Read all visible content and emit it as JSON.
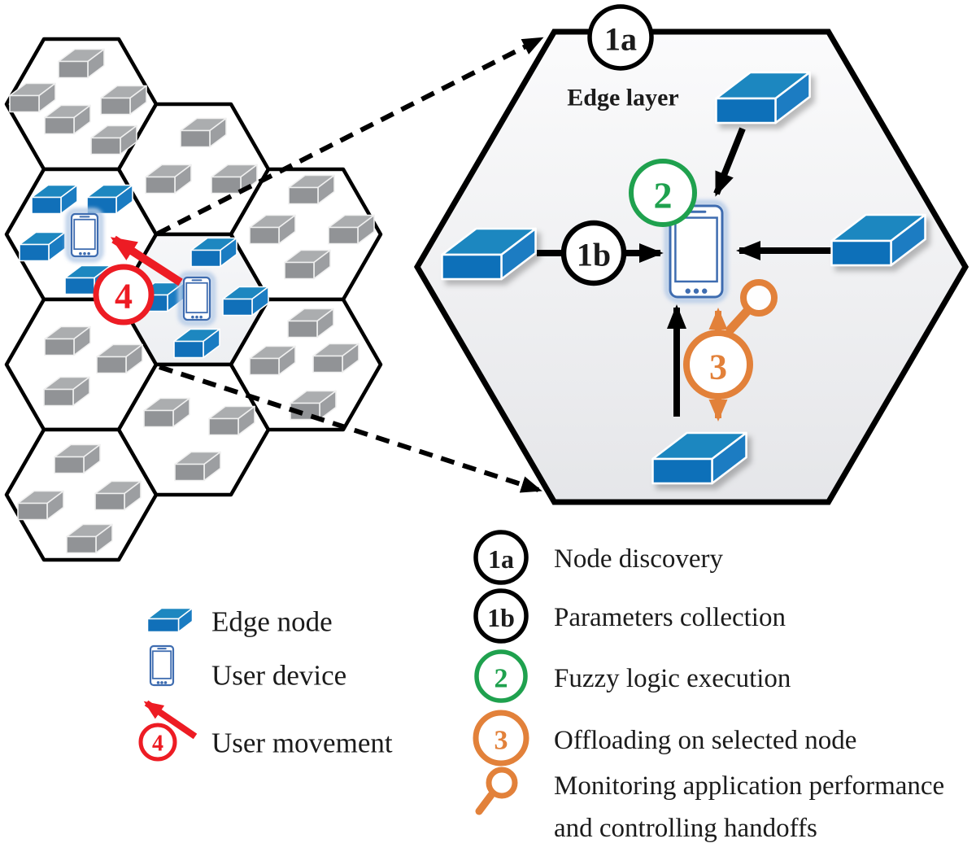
{
  "diagram": {
    "edge_layer_label": "Edge layer",
    "steps": {
      "s1a": "1a",
      "s1b": "1b",
      "s2": "2",
      "s3": "3",
      "s4": "4"
    }
  },
  "cells": [
    {
      "id": "top-left",
      "node_color": "gray",
      "edge_nodes": 5,
      "user_device": false,
      "highlighted": false
    },
    {
      "id": "mid-left",
      "node_color": "blue",
      "edge_nodes": 4,
      "user_device": true,
      "highlighted": false
    },
    {
      "id": "lower-left",
      "node_color": "gray",
      "edge_nodes": 3,
      "user_device": false,
      "highlighted": false
    },
    {
      "id": "bottom-left",
      "node_color": "gray",
      "edge_nodes": 4,
      "user_device": false,
      "highlighted": false
    },
    {
      "id": "top-mid",
      "node_color": "gray",
      "edge_nodes": 3,
      "user_device": false,
      "highlighted": false
    },
    {
      "id": "center-highlighted",
      "node_color": "blue",
      "edge_nodes": 4,
      "user_device": true,
      "highlighted": true
    },
    {
      "id": "bottom-mid",
      "node_color": "gray",
      "edge_nodes": 3,
      "user_device": false,
      "highlighted": false
    },
    {
      "id": "top-right",
      "node_color": "gray",
      "edge_nodes": 4,
      "user_device": false,
      "highlighted": false
    },
    {
      "id": "bottom-right",
      "node_color": "gray",
      "edge_nodes": 4,
      "user_device": false,
      "highlighted": false
    }
  ],
  "edge_layer": {
    "edge_node_count": 4,
    "user_device_count": 1
  },
  "left_legend": {
    "edge_node": "Edge node",
    "user_device": "User device",
    "user_movement": "User movement",
    "movement_badge": "4"
  },
  "right_legend": {
    "items": [
      {
        "badge": "1a",
        "label": "Node discovery"
      },
      {
        "badge": "1b",
        "label": "Parameters collection"
      },
      {
        "badge": "2",
        "label": "Fuzzy logic execution"
      },
      {
        "badge": "3",
        "label": "Offloading on selected node"
      },
      {
        "badge": "magnifier",
        "label_line1": "Monitoring application performance",
        "label_line2": "and controlling handoffs"
      }
    ]
  },
  "icons": {
    "edge_node": "blue-3d-box-icon",
    "gray_node": "gray-3d-box-icon",
    "user_device": "smartphone-icon",
    "user_movement": "red-arrow-icon",
    "monitoring": "magnifier-icon"
  },
  "colors": {
    "edge_node_front": "#1170b9",
    "edge_node_top": "#1d87c0",
    "edge_node_side": "#1a7cc2",
    "gray_node_front": "#919396",
    "gray_node_top": "#abadaf",
    "gray_node_side": "#9c9ea1",
    "accent_green": "#1fa14e",
    "accent_orange": "#e2813a",
    "accent_red": "#ed1c24",
    "phone_blue": "#3e6cb0",
    "phone_glow": "#b9cee8",
    "hex_border": "#000000",
    "text": "#1b1b1b",
    "big_hex_fill_top": "#fbfbfc",
    "big_hex_fill_bottom": "#e5e6e9",
    "highlight_cell_top": "#f6f7f9",
    "highlight_cell_bottom": "#edeff2"
  }
}
